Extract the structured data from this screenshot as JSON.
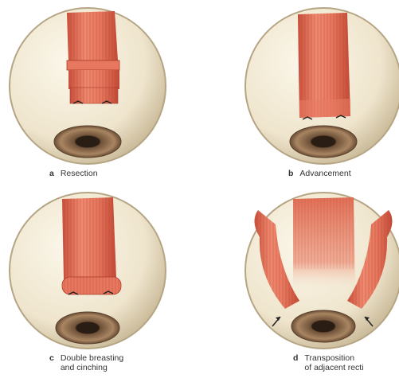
{
  "panels": [
    {
      "letter": "a",
      "caption": "Resection"
    },
    {
      "letter": "b",
      "caption": "Advancement"
    },
    {
      "letter": "c",
      "caption": "Double breasting\nand cinching"
    },
    {
      "letter": "d",
      "caption": "Transposition\nof adjacent recti"
    }
  ],
  "colors": {
    "globe_fill": "#f1e9d4",
    "globe_edge": "#b9a989",
    "muscle": "#d9614b",
    "muscle_light": "#ef8c72",
    "iris": "#8a6a4a",
    "pupil": "#2a1d14"
  }
}
